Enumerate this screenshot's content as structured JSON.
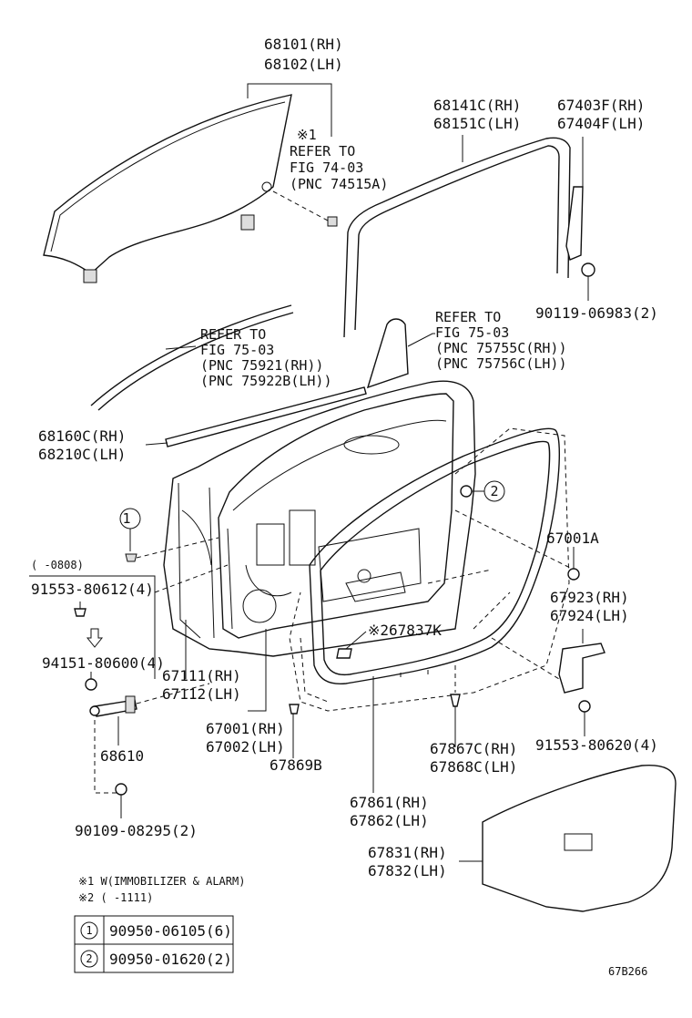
{
  "labels": {
    "p68101": "68101(RH)",
    "p68102": "68102(LH)",
    "note1_mark": "※1",
    "note1_refer": "REFER TO",
    "note1_fig": "FIG 74-03",
    "note1_pnc": "(PNC 74515A)",
    "p68141": "68141C(RH)",
    "p68151": "68151C(LH)",
    "p67403": "67403F(RH)",
    "p67404": "67404F(LH)",
    "p90119": "90119-06983(2)",
    "ref2_refer": "REFER TO",
    "ref2_fig": "FIG 75-03",
    "ref2_pnc1": "(PNC 75755C(RH))",
    "ref2_pnc2": "(PNC 75756C(LH))",
    "ref1_refer": "REFER TO",
    "ref1_fig": "FIG 75-03",
    "ref1_pnc1": "(PNC 75921(RH))",
    "ref1_pnc2": "(PNC 75922B(LH))",
    "p68160": "68160C(RH)",
    "p68210": "68210C(LH)",
    "circle1": "1",
    "circle2": "2",
    "p67001A": "67001A",
    "date_0808": "(    -0808)",
    "p91553a": "91553-80612(4)",
    "p67923": "67923(RH)",
    "p67924": "67924(LH)",
    "p67837": "※267837K",
    "p94151": "94151-80600(4)",
    "p67111": "67111(RH)",
    "p67112": "67112(LH)",
    "p67001": "67001(RH)",
    "p67002": "67002(LH)",
    "p91553b": "91553-80620(4)",
    "p68610": "68610",
    "p67869": "67869B",
    "p67867": "67867C(RH)",
    "p67868": "67868C(LH)",
    "p67861": "67861(RH)",
    "p67862": "67862(LH)",
    "p90109": "90109-08295(2)",
    "p67831": "67831(RH)",
    "p67832": "67832(LH)",
    "footnote1": "※1  W(IMMOBILIZER & ALARM)",
    "footnote2": "※2  (      -1111)",
    "legend1_mark": "1",
    "legend1_part": "90950-06105(6)",
    "legend2_mark": "2",
    "legend2_part": "90950-01620(2)",
    "figure_id": "67B266"
  }
}
